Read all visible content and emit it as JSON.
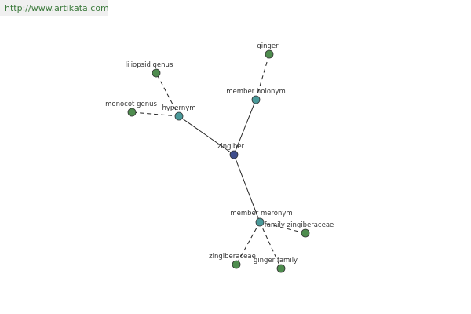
{
  "header": {
    "url": "http://www.artikata.com"
  },
  "colors": {
    "center": "#3f4d8c",
    "relation": "#4a9a9a",
    "term": "#4e8c4e"
  },
  "graph": {
    "center": {
      "label": "zingiber"
    },
    "relations": [
      {
        "id": "hypernym",
        "label": "hypernym"
      },
      {
        "id": "member-holonym",
        "label": "member holonym"
      },
      {
        "id": "member-meronym",
        "label": "member meronym"
      }
    ],
    "terms": [
      {
        "id": "liliopsid-genus",
        "label": "liliopsid genus",
        "relation": "hypernym"
      },
      {
        "id": "monocot-genus",
        "label": "monocot genus",
        "relation": "hypernym"
      },
      {
        "id": "ginger",
        "label": "ginger",
        "relation": "member-holonym"
      },
      {
        "id": "family-zingiberaceae",
        "label": "family zingiberaceae",
        "relation": "member-meronym"
      },
      {
        "id": "zingiberaceae",
        "label": "zingiberaceae",
        "relation": "member-meronym"
      },
      {
        "id": "ginger-family",
        "label": "ginger family",
        "relation": "member-meronym"
      }
    ]
  }
}
